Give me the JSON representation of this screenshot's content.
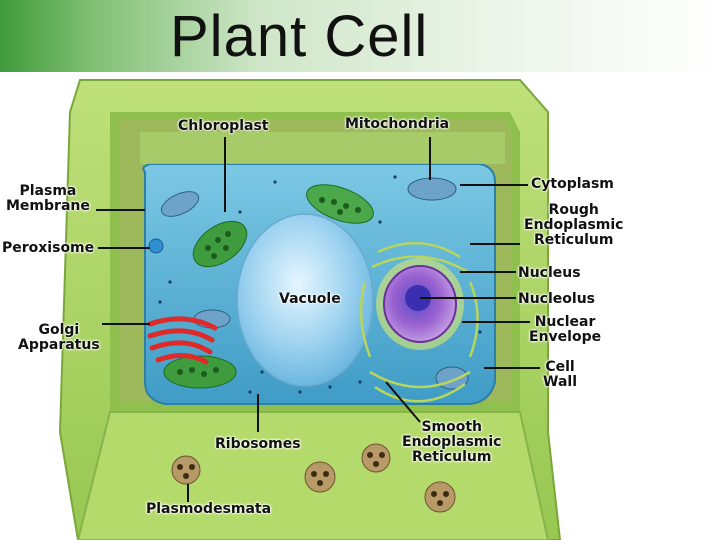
{
  "title": "Plant Cell",
  "labels": {
    "chloroplast": "Chloroplast",
    "mitochondria": "Mitochondria",
    "plasma_membrane": "Plasma\nMembrane",
    "cytoplasm": "Cytoplasm",
    "rough_er": "Rough\nEndoplasmic\nReticulum",
    "peroxisome": "Peroxisome",
    "vacuole": "Vacuole",
    "nucleus": "Nucleus",
    "nucleolus": "Nucleolus",
    "golgi": "Golgi\nApparatus",
    "nuclear_envelope": "Nuclear\nEnvelope",
    "cell_wall": "Cell\nWall",
    "ribosomes": "Ribosomes",
    "smooth_er": "Smooth\nEndoplasmic\nReticulum",
    "plasmodesmata": "Plasmodesmata"
  },
  "colors": {
    "cell_wall": "#a6d160",
    "cell_wall_dark": "#7fae3e",
    "cytoplasm": "#5fb6d6",
    "vacuole": "#9cd2f0",
    "chloroplast": "#3c9a3c",
    "golgi": "#e02a2a",
    "nucleus": "#8a4fc0"
  }
}
